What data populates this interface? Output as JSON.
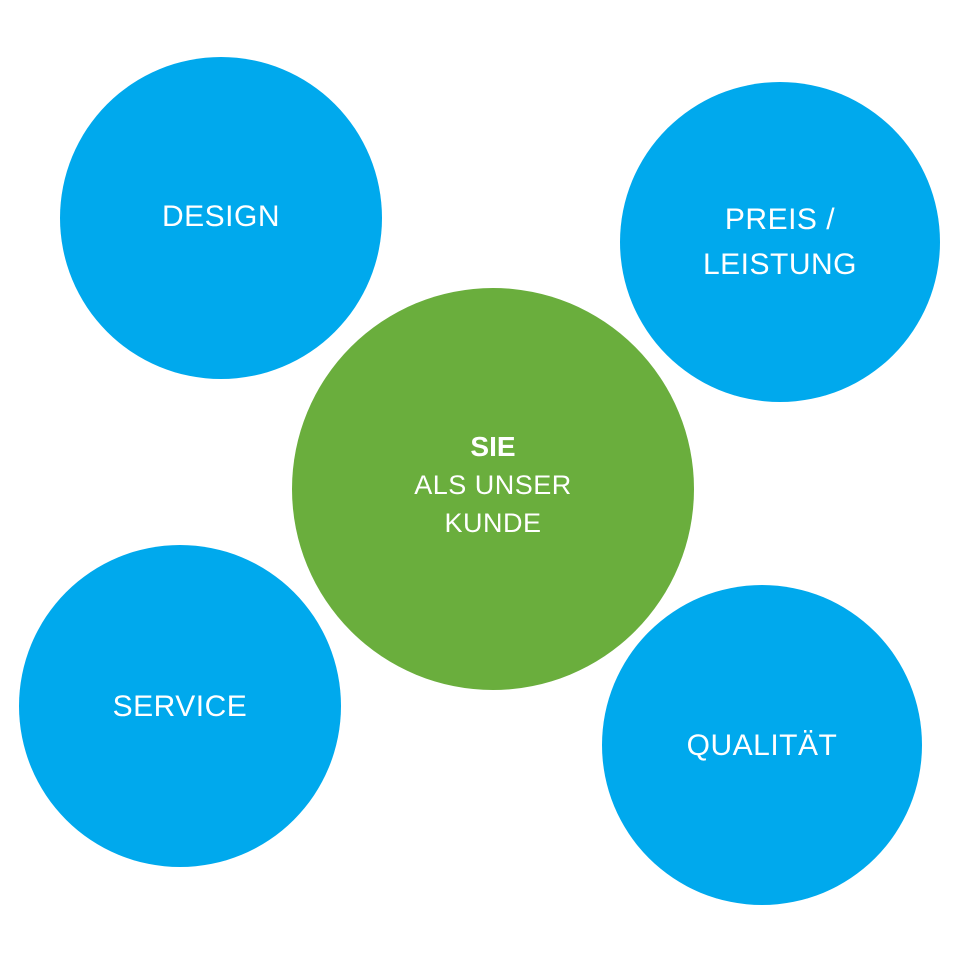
{
  "colors": {
    "outer_circle": "#00a9ed",
    "center_circle": "#6aae3d",
    "text": "#ffffff",
    "background": "#ffffff"
  },
  "nodes": {
    "design": "DESIGN",
    "preis_leistung": "PREIS /\nLEISTUNG",
    "service": "SERVICE",
    "qualitaet": "QUALITÄT"
  },
  "center": {
    "title": "SIE",
    "subtitle": "ALS UNSER\nKUNDE"
  }
}
